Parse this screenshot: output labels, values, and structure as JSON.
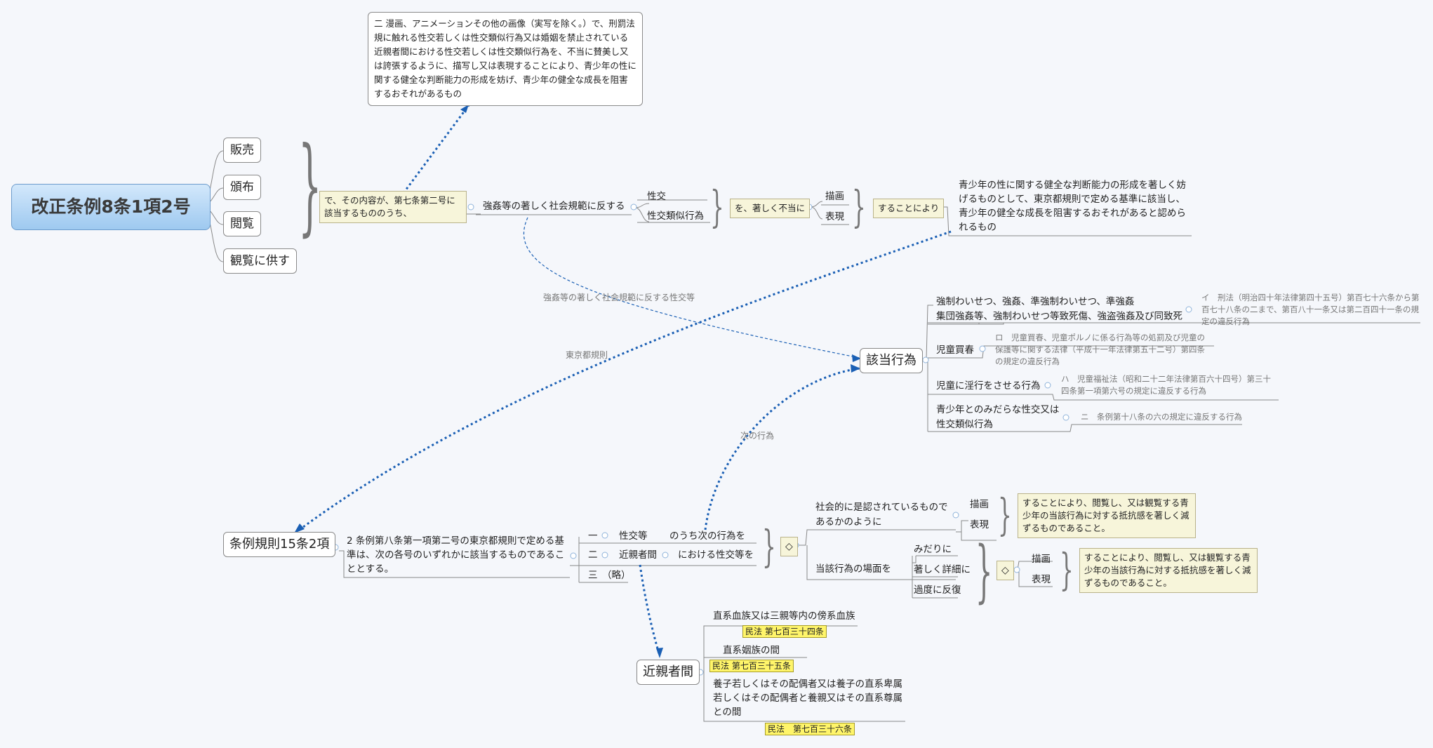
{
  "root": {
    "title": "改正条例8条1項2号"
  },
  "actions": [
    "販売",
    "頒布",
    "閲覧",
    "観覧に供す"
  ],
  "content_condition": "で、その内容が、第七条第二号に該当するもののうち、",
  "article_7_2": "二 漫画、アニメーションその他の画像（実写を除く。）で、刑罰法規に触れる性交若しくは性交類似行為又は婚姻を禁止されている近親者間における性交若しくは性交類似行為を、不当に賛美し又は誇張するように、描写し又は表現することにより、青少年の性に関する健全な判断能力の形成を妨げ、青少年の健全な成長を阻害するおそれがあるもの",
  "violate_norm": "強姦等の著しく社会規範に反する",
  "acts": [
    "性交",
    "性交類似行為"
  ],
  "unjust": "を、著しく不当に",
  "depiction": [
    "描画",
    "表現"
  ],
  "by_doing": "することにより",
  "harm": "青少年の性に関する健全な判断能力の形成を著しく妨げるものとして、東京都規則で定める基準に該当し、青少年の健全な成長を阻害するおそれがあると認められるもの",
  "link_labels": {
    "norm_link": "強姦等の著しく社会規範に反する性交等",
    "tokyo_rule": "東京都規則",
    "next_acts": "次の行為"
  },
  "applicable": {
    "title": "該当行為",
    "items": [
      {
        "label": "強制わいせつ、強姦、準強制わいせつ、準強姦\n集団強姦等、強制わいせつ等致死傷、強盗強姦及び同致死",
        "detail": "イ　刑法（明治四十年法律第四十五号）第百七十六条から第百七十八条の二まで、第百八十一条又は第二百四十一条の規定の違反行為"
      },
      {
        "label": "児童買春",
        "detail": "ロ　児童買春、児童ポルノに係る行為等の処罰及び児童の保護等に関する法律（平成十一年法律第五十二号）第四条の規定の違反行為"
      },
      {
        "label": "児童に淫行をさせる行為",
        "detail": "ハ　児童福祉法（昭和二十二年法律第百六十四号）第三十四条第一項第六号の規定に違反する行為"
      },
      {
        "label": "青少年とのみだらな性交又は\n性交類似行為",
        "detail": "ニ　条例第十八条の六の規定に違反する行為"
      }
    ]
  },
  "rule": {
    "title": "条例規則15条2項",
    "text": "2  条例第八条第一項第二号の東京都規則で定める基準は、次の各号のいずれかに該当するものであることとする。",
    "items": [
      {
        "num": "一",
        "label": "性交等",
        "suffix": "のうち次の行為を"
      },
      {
        "num": "二",
        "label": "近親者間",
        "suffix": "における性交等を"
      },
      {
        "num": "三",
        "label": "（略）",
        "suffix": ""
      }
    ],
    "diamond": "◇",
    "branch_a": {
      "label": "社会的に是認されているもので\nあるかのように",
      "modes": [
        "描画",
        "表現"
      ],
      "result": "することにより、閲覧し、又は観覧する青少年の当該行為に対する抵抗感を著しく減ずるものであること。"
    },
    "branch_b": {
      "label": "当該行為の場面を",
      "manners": [
        "みだりに",
        "著しく詳細に",
        "過度に反復"
      ],
      "modes": [
        "描画",
        "表現"
      ],
      "result": "することにより、閲覧し、又は観覧する青少年の当該行為に対する抵抗感を著しく減ずるものであること。"
    }
  },
  "relatives": {
    "title": "近親者間",
    "items": [
      {
        "label": "直系血族又は三親等内の傍系血族",
        "law": "民法 第七百三十四条"
      },
      {
        "label": "直系姻族の間",
        "law": "民法 第七百三十五条"
      },
      {
        "label": "養子若しくはその配偶者又は養子の直系卑属\n若しくはその配偶者と養親又はその直系尊属\nとの間",
        "law": "民法　第七百三十六条"
      }
    ]
  }
}
